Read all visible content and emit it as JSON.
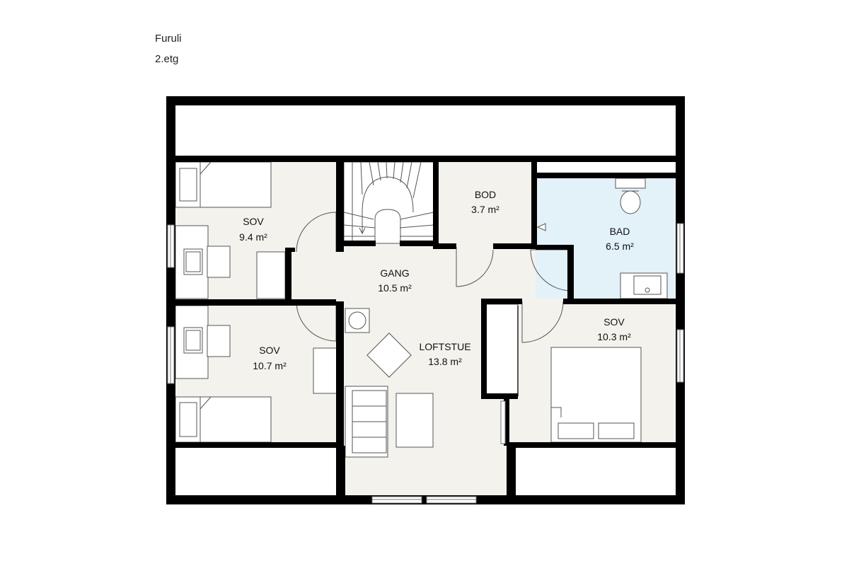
{
  "header": {
    "project_name": "Furuli",
    "floor_name": "2.etg"
  },
  "colors": {
    "wall": "#000000",
    "floor": "#f4f2ec",
    "bathroom": "#e3f1f9",
    "furniture_stroke": "#555555"
  },
  "rooms": [
    {
      "id": "sov-1",
      "name": "SOV",
      "area": "9.4 m²",
      "fill": "floor"
    },
    {
      "id": "sov-2",
      "name": "SOV",
      "area": "10.7 m²",
      "fill": "floor"
    },
    {
      "id": "gang",
      "name": "GANG",
      "area": "10.5 m²",
      "fill": "floor"
    },
    {
      "id": "bod",
      "name": "BOD",
      "area": "3.7 m²",
      "fill": "floor"
    },
    {
      "id": "bad",
      "name": "BAD",
      "area": "6.5 m²",
      "fill": "bathroom"
    },
    {
      "id": "loftstue",
      "name": "LOFTSTUE",
      "area": "13.8 m²",
      "fill": "floor"
    },
    {
      "id": "sov-3",
      "name": "SOV",
      "area": "10.3 m²",
      "fill": "floor"
    }
  ]
}
